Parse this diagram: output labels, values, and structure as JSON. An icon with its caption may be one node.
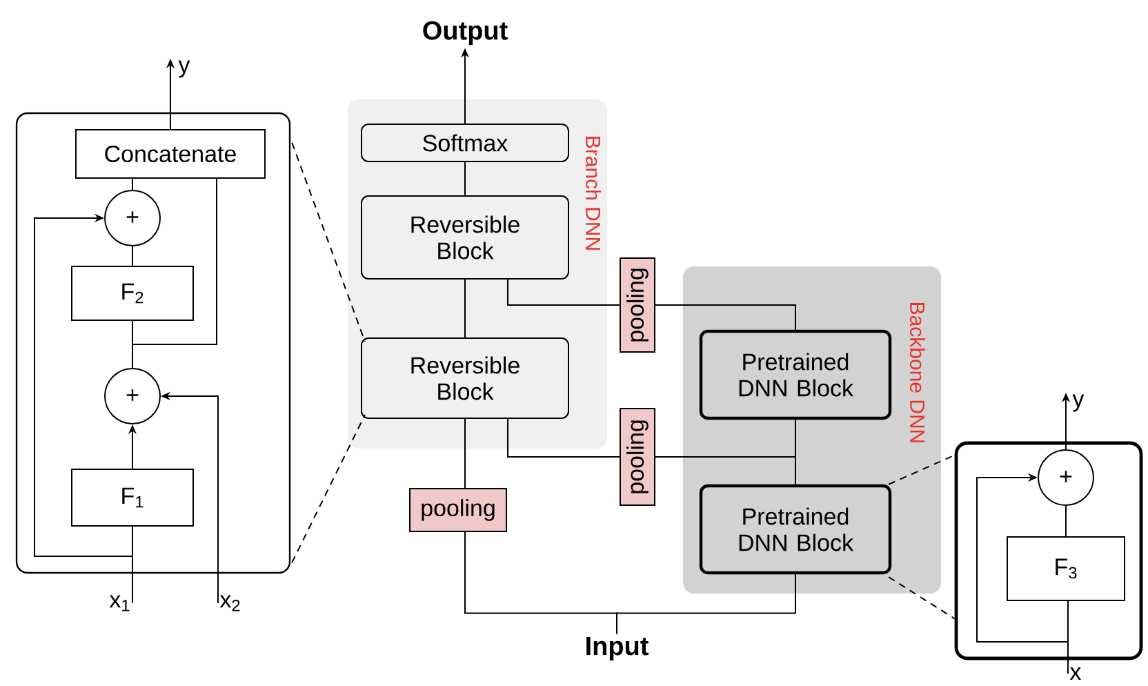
{
  "diagram": {
    "nodes": [
      {
        "text": [],
        "shape": "box"
      },
      {
        "text": [
          "Concatenate"
        ],
        "in": 0
      },
      {
        "text": [
          "+"
        ],
        "in": 0
      },
      {
        "text": [
          "F$_{2}$"
        ],
        "in": 0
      },
      {
        "text": [
          "+"
        ],
        "in": 0
      },
      {
        "text": [
          "F$_{1}$"
        ],
        "in": 0
      },
      {
        "text": [
          "x$_{1}$"
        ]
      },
      {
        "text": [
          "x$_{2}$"
        ]
      },
      {
        "text": [
          "y"
        ]
      },
      {
        "text": [
          "Branch DNN"
        ]
      },
      {
        "text": [
          "Softmax"
        ],
        "in": 9
      },
      {
        "text": [
          "Reversible Block"
        ],
        "in": 9
      },
      {
        "text": [
          "Reversible Block"
        ],
        "in": 9
      },
      {
        "text": [
          "Output"
        ]
      },
      {
        "text": [
          "pooling"
        ]
      },
      {
        "text": [
          "pooling"
        ]
      },
      {
        "text": [
          "pooling"
        ]
      },
      {
        "text": [
          "Backbone DNN"
        ]
      },
      {
        "text": [
          "Pretrained DNN Block"
        ],
        "in": 17
      },
      {
        "text": [
          "Pretrained DNN Block"
        ],
        "in": 17
      },
      {
        "text": [
          "Input"
        ]
      },
      {
        "text": [],
        "shape": "box"
      },
      {
        "text": [
          "+"
        ],
        "in": 21
      },
      {
        "text": [
          "F$_{3}$"
        ],
        "in": 21
      },
      {
        "text": [
          "y"
        ]
      },
      {
        "text": [
          "x"
        ]
      }
    ],
    "edges": [
      {
        "from": 1,
        "to": 8,
        "arrow": "to"
      },
      {
        "from": 2,
        "to": 1,
        "arrow": "none"
      },
      {
        "from": 3,
        "to": 2,
        "arrow": "none"
      },
      {
        "from": 4,
        "to": 3,
        "arrow": "none"
      },
      {
        "from": 4,
        "to": 1,
        "arrow": "none"
      },
      {
        "from": 5,
        "to": 4,
        "arrow": "to"
      },
      {
        "from": 6,
        "to": 5,
        "arrow": "none"
      },
      {
        "from": 6,
        "to": 2,
        "arrow": "to"
      },
      {
        "from": 7,
        "to": 4,
        "arrow": "to"
      },
      {
        "from": 10,
        "to": 13,
        "arrow": "to"
      },
      {
        "from": 11,
        "to": 10,
        "arrow": "none"
      },
      {
        "from": 12,
        "to": 11,
        "arrow": "none"
      },
      {
        "from": 16,
        "to": 12,
        "arrow": "none"
      },
      {
        "from": 20,
        "to": 16,
        "arrow": "none"
      },
      {
        "from": 20,
        "to": 19,
        "arrow": "none"
      },
      {
        "from": 19,
        "to": 18,
        "arrow": "none"
      },
      {
        "from": 14,
        "to": 11,
        "arrow": "none"
      },
      {
        "from": 18,
        "to": 14,
        "arrow": "none"
      },
      {
        "from": 15,
        "to": 12,
        "arrow": "none"
      },
      {
        "from": 18,
        "to": 15,
        "arrow": "none"
      },
      {
        "from": 0,
        "to": 12,
        "arrow": "none",
        "style": "dashed"
      },
      {
        "from": 0,
        "to": 12,
        "arrow": "none",
        "style": "dashed"
      },
      {
        "from": 19,
        "to": 21,
        "arrow": "none",
        "style": "dashed"
      },
      {
        "from": 19,
        "to": 21,
        "arrow": "none",
        "style": "dashed"
      },
      {
        "from": 23,
        "to": 22,
        "arrow": "none"
      },
      {
        "from": 22,
        "to": 24,
        "arrow": "to"
      },
      {
        "from": 25,
        "to": 23,
        "arrow": "none"
      },
      {
        "from": 25,
        "to": 22,
        "arrow": "to"
      }
    ]
  }
}
